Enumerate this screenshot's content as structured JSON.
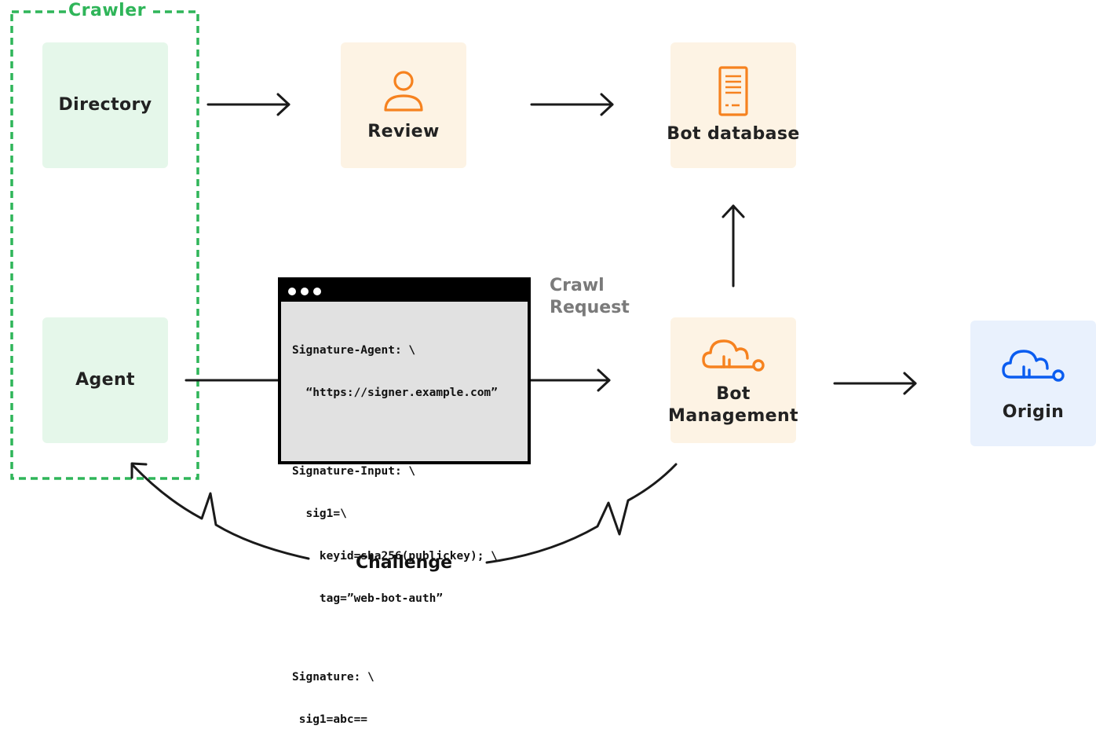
{
  "crawler": {
    "label": "Crawler",
    "color": "#2fb559"
  },
  "nodes": {
    "directory": {
      "label": "Directory"
    },
    "agent": {
      "label": "Agent"
    },
    "review": {
      "label": "Review",
      "icon": "person-icon"
    },
    "bot_database": {
      "label": "Bot database",
      "icon": "server-icon"
    },
    "bot_management": {
      "label_line1": "Bot",
      "label_line2": "Management",
      "icon": "cloud-key-icon"
    },
    "origin": {
      "label": "Origin",
      "icon": "cloud-key-icon"
    }
  },
  "request_window": {
    "blocks": [
      {
        "lines": [
          "Signature-Agent: \\",
          "  “https://signer.example.com”"
        ]
      },
      {
        "lines": [
          "Signature-Input: \\",
          "  sig1=\\",
          "    keyid=sha256(publickey); \\",
          "    tag=”web-bot-auth”"
        ]
      },
      {
        "lines": [
          "Signature: \\",
          " sig1=abc=="
        ]
      }
    ]
  },
  "crawl_request_label": {
    "line1": "Crawl",
    "line2": "Request"
  },
  "challenge_label": "Challenge",
  "colors": {
    "green_box": "#e5f7ea",
    "orange_box": "#fdf3e4",
    "blue_box": "#e9f1fd",
    "orange_icon": "#f6821f",
    "blue_icon": "#0a5cf0",
    "arrow": "#1a1a1a"
  }
}
